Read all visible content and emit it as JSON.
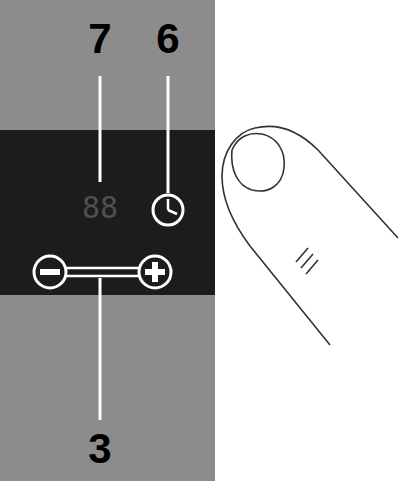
{
  "diagram": {
    "labels": [
      "7",
      "6",
      "3",
      "88"
    ]
  }
}
